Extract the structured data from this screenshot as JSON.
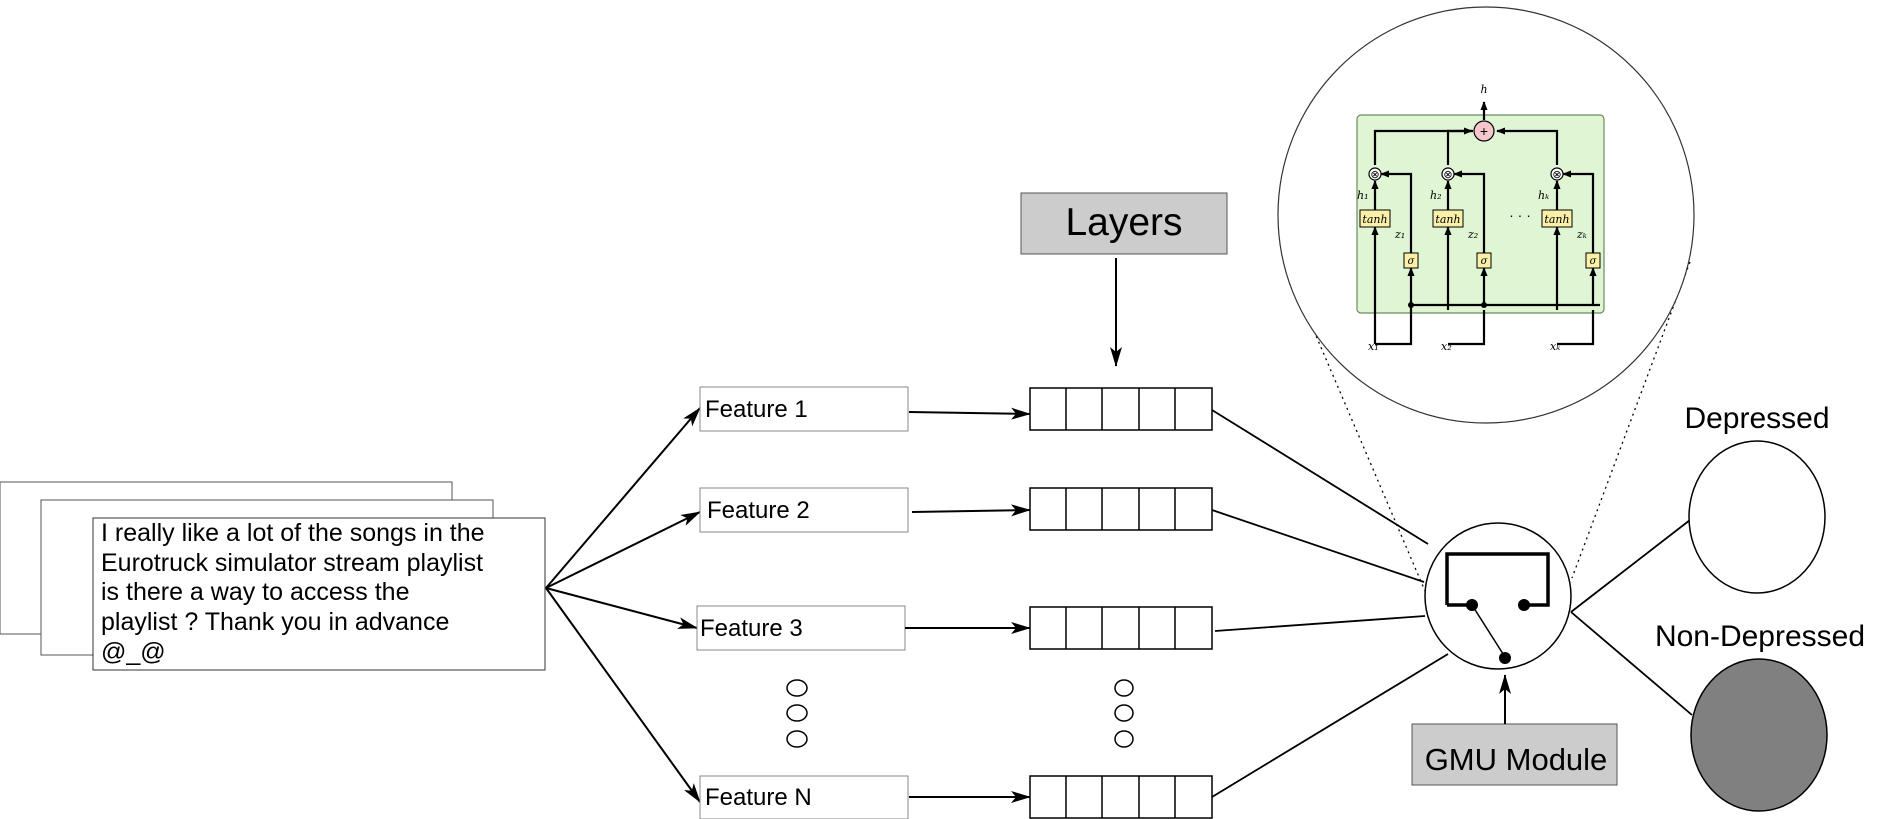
{
  "input_post": {
    "lines": [
      "I really like a lot of the songs in the",
      "Eurotruck simulator stream playlist",
      "is there a way to access the",
      "playlist ? Thank you in advance",
      "@_@"
    ]
  },
  "features": [
    {
      "label": "Feature 1"
    },
    {
      "label": "Feature 2"
    },
    {
      "label": "Feature 3"
    },
    {
      "label": "Feature N"
    }
  ],
  "layers": {
    "label": "Layers"
  },
  "gmu": {
    "label": "GMU Module"
  },
  "outputs": {
    "depressed": {
      "label": "Depressed",
      "fill": "#ffffff"
    },
    "non_depressed": {
      "label": "Non-Depressed",
      "fill": "#808080"
    }
  },
  "gmu_detail": {
    "output_label": "h",
    "sum_symbol": "+",
    "product_symbol": "⊗",
    "ellipsis": "· · ·",
    "units": [
      {
        "h": "h₁",
        "z": "z₁",
        "x": "x₁",
        "tanh": "tanh",
        "sigma": "σ"
      },
      {
        "h": "h₂",
        "z": "z₂",
        "x": "x₂",
        "tanh": "tanh",
        "sigma": "σ"
      },
      {
        "h": "hₖ",
        "z": "zₖ",
        "x": "xₖ",
        "tanh": "tanh",
        "sigma": "σ"
      }
    ],
    "panel_fill": "#dff5d3",
    "sum_fill": "#f5c6cb",
    "gate_fill": "#fbf0a8"
  },
  "colors": {
    "gray_box": "#cccccc",
    "line": "#000000"
  }
}
